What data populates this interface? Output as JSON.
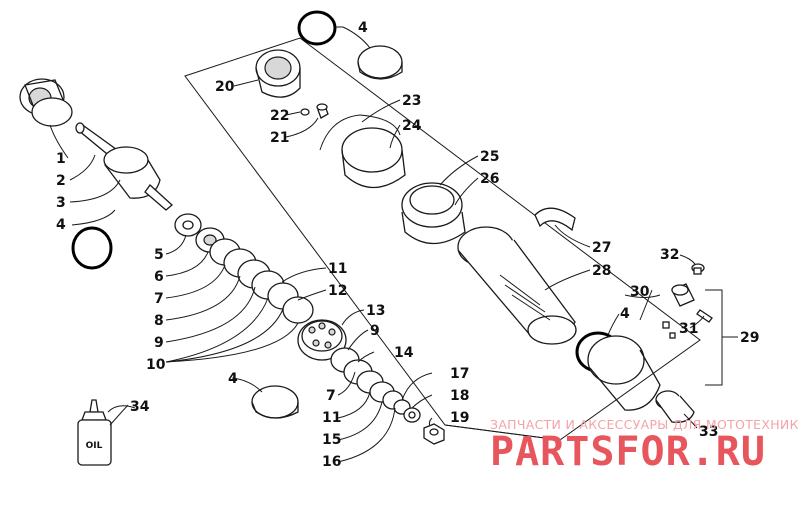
{
  "callouts": {
    "c1": "1",
    "c2": "2",
    "c3": "3",
    "c4a": "4",
    "c4b": "4",
    "c4c": "4",
    "c4d": "4",
    "c5": "5",
    "c6": "6",
    "c7a": "7",
    "c7b": "7",
    "c8": "8",
    "c9a": "9",
    "c9b": "9",
    "c10": "10",
    "c11a": "11",
    "c11b": "11",
    "c12": "12",
    "c13": "13",
    "c14": "14",
    "c15": "15",
    "c16": "16",
    "c17": "17",
    "c18": "18",
    "c19": "19",
    "c20": "20",
    "c21": "21",
    "c22": "22",
    "c23": "23",
    "c24": "24",
    "c25": "25",
    "c26": "26",
    "c27": "27",
    "c28": "28",
    "c29": "29",
    "c30": "30",
    "c31": "31",
    "c32": "32",
    "c33": "33",
    "c34": "34"
  },
  "bottle_label": "OIL",
  "watermark": {
    "caption": "ЗАПЧАСТИ И АКСЕССУАРЫ ДЛЯ МОТОТЕХНИКИ",
    "brand": "PARTSFOR.RU"
  }
}
